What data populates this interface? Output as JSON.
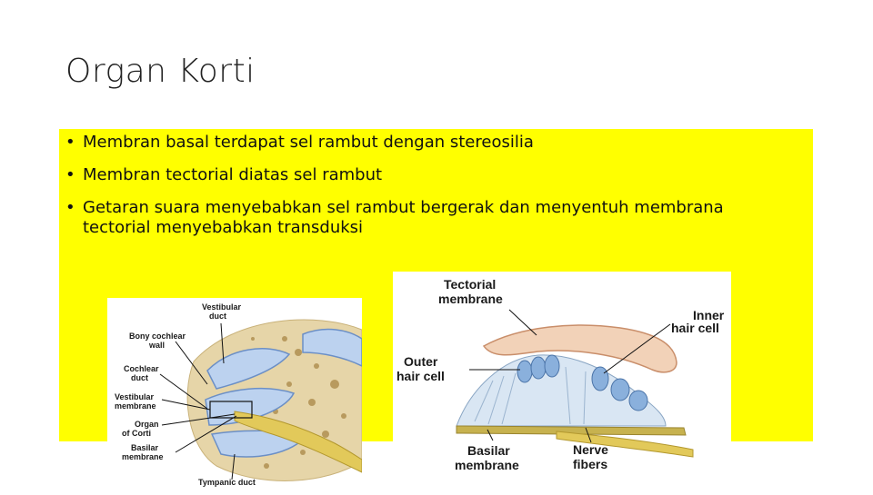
{
  "slide": {
    "title": "Organ Korti",
    "bullets": [
      "Membran basal terdapat sel rambut dengan stereosilia",
      "Membran tectorial diatas sel rambut",
      "Getaran suara menyebabkan sel rambut bergerak dan menyentuh membrana tectorial menyebabkan transduksi"
    ]
  },
  "figure_left": {
    "labels": {
      "vestibular_duct": [
        "Vestibular",
        "duct"
      ],
      "bony_wall": [
        "Bony cochlear",
        "wall"
      ],
      "cochlear_duct": [
        "Cochlear",
        "duct"
      ],
      "vestibular_membrane": [
        "Vestibular",
        "membrane"
      ],
      "organ_corti": [
        "Organ",
        "of Corti"
      ],
      "basilar_membrane": [
        "Basilar",
        "membrane"
      ],
      "tympanic_duct": "Tympanic duct"
    }
  },
  "figure_right": {
    "labels": {
      "tectorial": [
        "Tectorial",
        "membrane"
      ],
      "inner_hair": [
        "Inner",
        "hair cell"
      ],
      "outer_hair": [
        "Outer",
        "hair cell"
      ],
      "basilar": [
        "Basilar",
        "membrane"
      ],
      "nerve": [
        "Nerve",
        "fibers"
      ]
    }
  },
  "colors": {
    "highlight": "#ffff00",
    "title": "#222222"
  }
}
